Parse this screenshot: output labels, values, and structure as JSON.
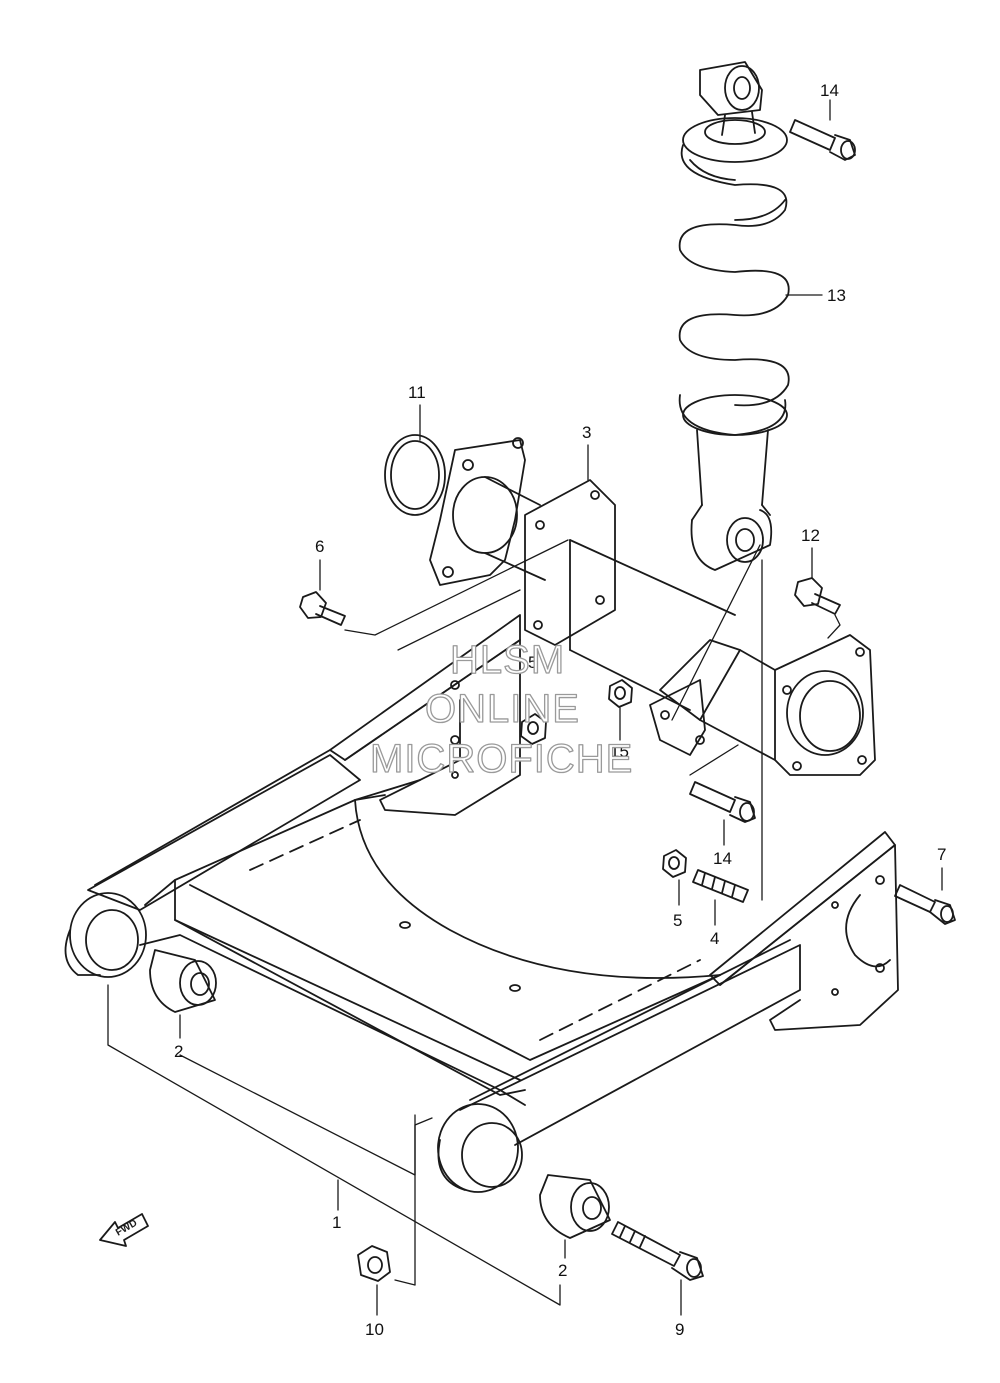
{
  "colors": {
    "line": "#1a1a1a",
    "watermark": "#9a9a9a",
    "background": "#ffffff"
  },
  "watermark": {
    "line1": "HLSM",
    "line2": "ONLINE",
    "line3": "MICROFICHE"
  },
  "fwd_label": "FWD",
  "callouts": [
    {
      "id": "1",
      "label": "1"
    },
    {
      "id": "2a",
      "label": "2"
    },
    {
      "id": "2b",
      "label": "2"
    },
    {
      "id": "3",
      "label": "3"
    },
    {
      "id": "4",
      "label": "4"
    },
    {
      "id": "5a",
      "label": "5"
    },
    {
      "id": "5b",
      "label": "5"
    },
    {
      "id": "6",
      "label": "6"
    },
    {
      "id": "7",
      "label": "7"
    },
    {
      "id": "9",
      "label": "9"
    },
    {
      "id": "10",
      "label": "10"
    },
    {
      "id": "11",
      "label": "11"
    },
    {
      "id": "12",
      "label": "12"
    },
    {
      "id": "13",
      "label": "13"
    },
    {
      "id": "14a",
      "label": "14"
    },
    {
      "id": "14b",
      "label": "14"
    },
    {
      "id": "15",
      "label": "15"
    }
  ]
}
